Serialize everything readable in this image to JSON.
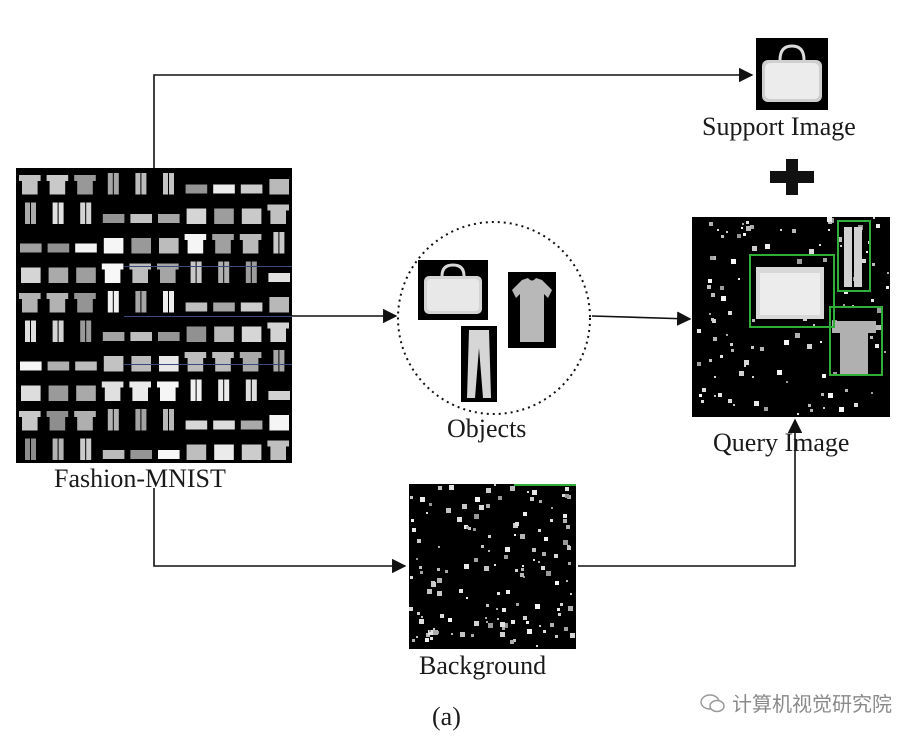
{
  "labels": {
    "fashion": "Fashion-MNIST",
    "objects": "Objects",
    "support": "Support Image",
    "query": "Query Image",
    "background": "Background",
    "caption": "(a)"
  },
  "watermark": "计算机视觉研究院",
  "colors": {
    "arrow": "#111111",
    "box": "#2fae3a",
    "panel": "#000000",
    "item": "#cfcfcf"
  },
  "icons": [
    "plus-icon",
    "bag-icon",
    "tshirt-icon",
    "trousers-icon",
    "wechat-icon"
  ]
}
